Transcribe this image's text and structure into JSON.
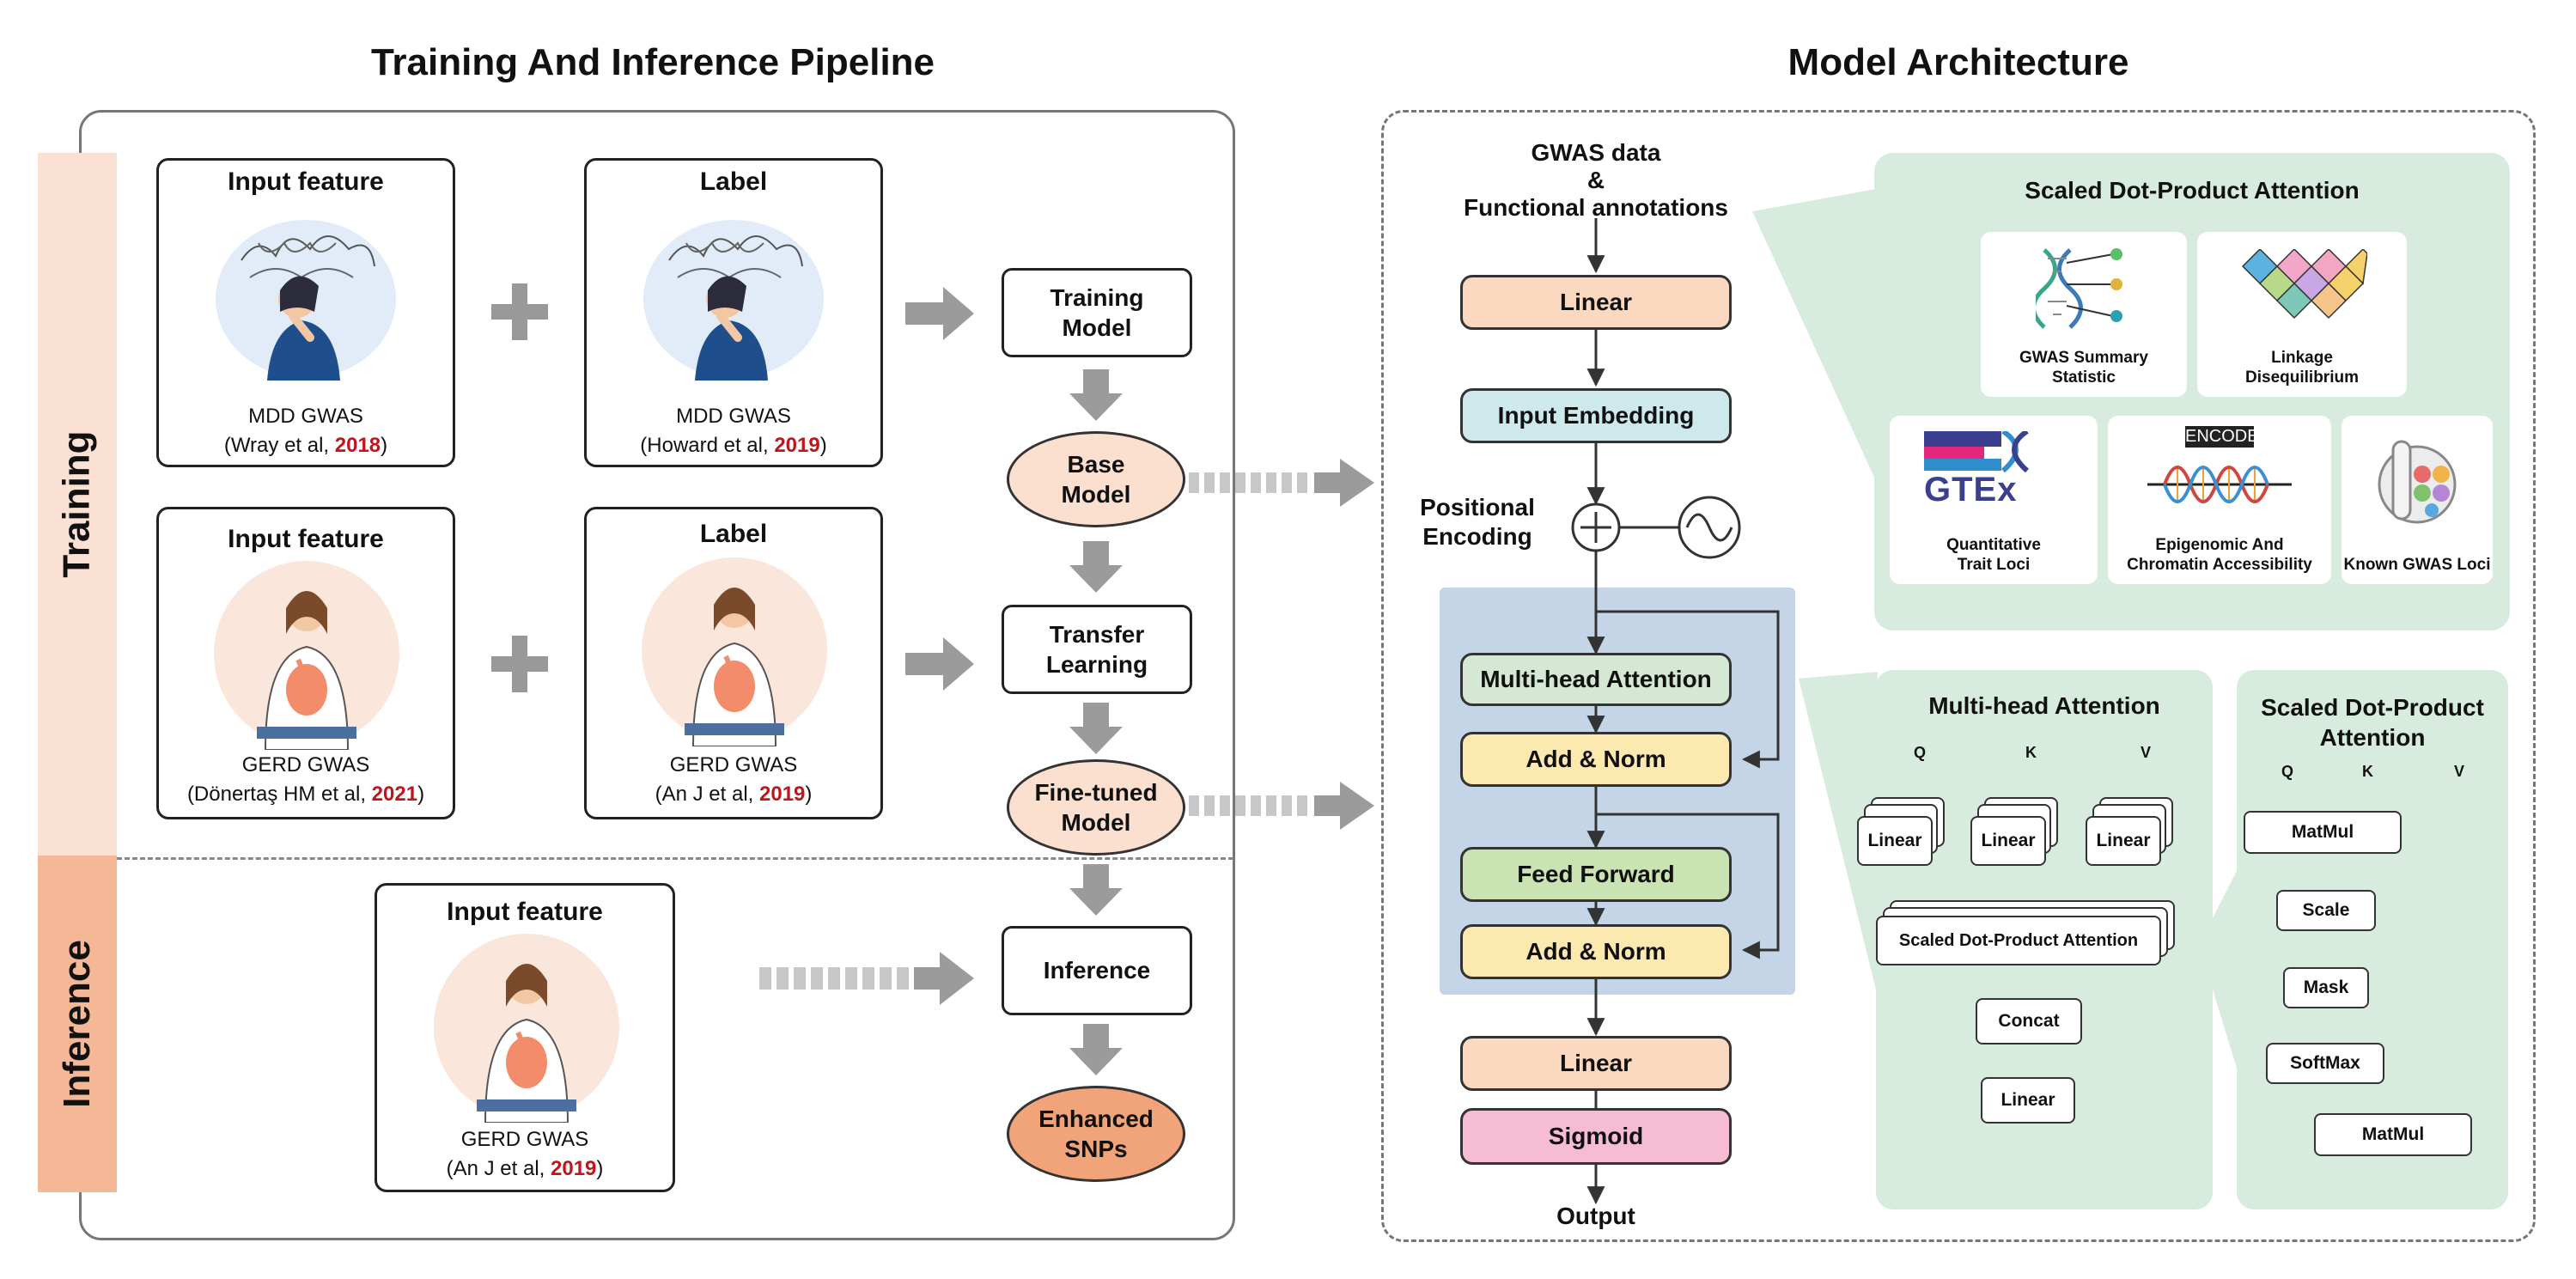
{
  "headings": {
    "left": "Training And Inference Pipeline",
    "right": "Model Architecture"
  },
  "sidebar": {
    "training": "Training",
    "inference": "Inference"
  },
  "cards": {
    "mdd_input": {
      "title": "Input feature",
      "dataset": "MDD GWAS",
      "cite_pre": "(Wray et al, ",
      "year": "2018",
      "cite_post": ")"
    },
    "mdd_label": {
      "title": "Label",
      "dataset": "MDD GWAS",
      "cite_pre": "(Howard et al, ",
      "year": "2019",
      "cite_post": ")"
    },
    "gerd_input": {
      "title": "Input feature",
      "dataset": "GERD GWAS",
      "cite_pre": "(Dönertaş HM et al, ",
      "year": "2021",
      "cite_post": ")"
    },
    "gerd_label": {
      "title": "Label",
      "dataset": "GERD GWAS",
      "cite_pre": "(An J et al, ",
      "year": "2019",
      "cite_post": ")"
    },
    "inf_input": {
      "title": "Input feature",
      "dataset": "GERD GWAS",
      "cite_pre": "(An J et al, ",
      "year": "2019",
      "cite_post": ")"
    }
  },
  "flow": {
    "training_model": "Training Model",
    "base_model": "Base Model",
    "transfer_learning": "Transfer Learning",
    "finetuned_model": "Fine-tuned Model",
    "inference": "Inference",
    "enhanced_snps": "Enhanced SNPs"
  },
  "architecture": {
    "input_l1": "GWAS data",
    "input_l2": "&",
    "input_l3": "Functional annotations",
    "linear_in": "Linear",
    "input_embedding": "Input Embedding",
    "positional_l1": "Positional",
    "positional_l2": "Encoding",
    "mha": "Multi-head Attention",
    "addnorm1": "Add & Norm",
    "ff": "Feed Forward",
    "addnorm2": "Add & Norm",
    "linear_out": "Linear",
    "sigmoid": "Sigmoid",
    "output": "Output"
  },
  "sdpa_panel": {
    "title": "Scaled Dot-Product Attention",
    "tiles": [
      {
        "label_l1": "GWAS Summary",
        "label_l2": "Statistic",
        "icon": "dna-helix-icon"
      },
      {
        "label_l1": "Linkage",
        "label_l2": "Disequilibrium",
        "icon": "ld-heatmap-icon"
      },
      {
        "label_l1": "Quantitative",
        "label_l2": "Trait Loci",
        "icon": "gtex-logo-icon",
        "logo_text": "GTEx"
      },
      {
        "label_l1": "Epigenomic And",
        "label_l2": "Chromatin Accessibility",
        "icon": "encode-logo-icon",
        "logo_text": "ENCODE"
      },
      {
        "label_l1": "Known GWAS Loci",
        "label_l2": "",
        "icon": "loci-icon"
      }
    ]
  },
  "mha_panel": {
    "title": "Multi-head Attention",
    "q": "Q",
    "k": "K",
    "v": "V",
    "linear": "Linear",
    "sdpa": "Scaled Dot-Product Attention",
    "concat": "Concat",
    "linear_out": "Linear"
  },
  "sdpa_detail": {
    "title_l1": "Scaled Dot-Product",
    "title_l2": "Attention",
    "q": "Q",
    "k": "K",
    "v": "V",
    "matmul1": "MatMul",
    "scale": "Scale",
    "mask": "Mask",
    "softmax": "SoftMax",
    "matmul2": "MatMul"
  },
  "colors": {
    "training_band": "#fbe1d3",
    "inference_band": "#f5b896",
    "linear": "#fbd9c1",
    "embedding": "#cde9ec",
    "mha": "#d5e8d4",
    "addnorm": "#fbe9b0",
    "ff": "#c9e3b2",
    "sigmoid": "#f6bcd3",
    "encoder_bg": "#c3d5e6",
    "panel_green": "#d7ecdf",
    "ellipse_light": "#fbe0d0",
    "ellipse_dark": "#f1a47a",
    "arrow_grey": "#9b9b9b",
    "citation_red": "#c0161b"
  }
}
